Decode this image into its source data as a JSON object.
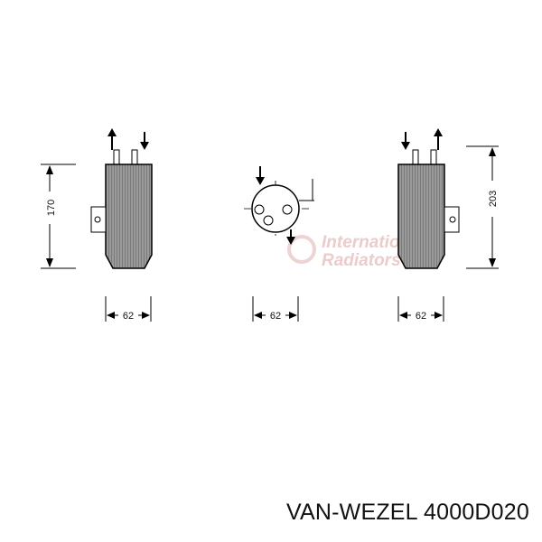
{
  "diagram": {
    "views": [
      {
        "name": "left-view",
        "height_label": "170",
        "width_label": "62"
      },
      {
        "name": "top-view",
        "width_label": "62"
      },
      {
        "name": "right-view",
        "height_label": "203",
        "width_label": "62"
      }
    ],
    "watermark": {
      "line1": "International",
      "line2": "Radiators"
    }
  },
  "caption": {
    "brand": "VAN-WEZEL",
    "part_number": "4000D020"
  }
}
